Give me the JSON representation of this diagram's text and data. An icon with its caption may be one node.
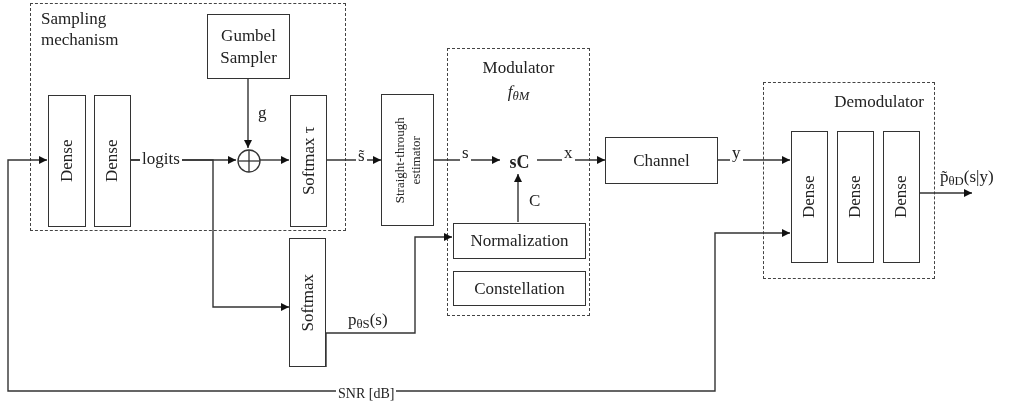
{
  "diagram": {
    "nodes": [
      {
        "text": [
          "Sampling mechanism"
        ]
      },
      {
        "text": [
          "Gumbel Sampler"
        ],
        "in": 0
      },
      {
        "text": [
          "Dense"
        ],
        "in": 0
      },
      {
        "text": [
          "Dense"
        ],
        "in": 0
      },
      {
        "text": [],
        "shape": "circle",
        "in": 0
      },
      {
        "text": [
          "Softmax τ"
        ],
        "in": 0
      },
      {
        "text": [
          "Straight-through estimator"
        ]
      },
      {
        "text": [
          "Softmax"
        ]
      },
      {
        "text": [
          "Modulator",
          "f$_{θM}$"
        ]
      },
      {
        "text": [
          "sC"
        ],
        "in": 8
      },
      {
        "text": [
          "Normalization"
        ],
        "in": 8
      },
      {
        "text": [
          "Constellation"
        ],
        "in": 8
      },
      {
        "text": [
          "Channel"
        ]
      },
      {
        "text": [
          "Demodulator"
        ]
      },
      {
        "text": [
          "Dense"
        ],
        "in": 13
      },
      {
        "text": [
          "Dense"
        ],
        "in": 13
      },
      {
        "text": [
          "Dense"
        ],
        "in": 13
      }
    ],
    "edges": [
      {
        "from": null,
        "to": 2,
        "arrow": "to",
        "label": "SNR [dB]"
      },
      {
        "from": null,
        "to": 14,
        "arrow": "to"
      },
      {
        "from": 3,
        "to": 4,
        "arrow": "to",
        "label": "logits"
      },
      {
        "from": 3,
        "to": 7,
        "arrow": "to"
      },
      {
        "from": 1,
        "to": 4,
        "arrow": "to",
        "label": "g"
      },
      {
        "from": 4,
        "to": 5,
        "arrow": "to"
      },
      {
        "from": 5,
        "to": 6,
        "arrow": "to",
        "label": "s̃"
      },
      {
        "from": 6,
        "to": 9,
        "arrow": "to",
        "label": "s"
      },
      {
        "from": 10,
        "to": 9,
        "arrow": "to",
        "label": "C"
      },
      {
        "from": 9,
        "to": 12,
        "arrow": "to",
        "label": "x"
      },
      {
        "from": 7,
        "to": 10,
        "arrow": "to",
        "label": "p$_{θS}$(s)"
      },
      {
        "from": 12,
        "to": 14,
        "arrow": "to",
        "label": "y"
      },
      {
        "from": 16,
        "to": null,
        "arrow": "to",
        "label": "p̃$_{θD}$(s|y)"
      }
    ]
  }
}
